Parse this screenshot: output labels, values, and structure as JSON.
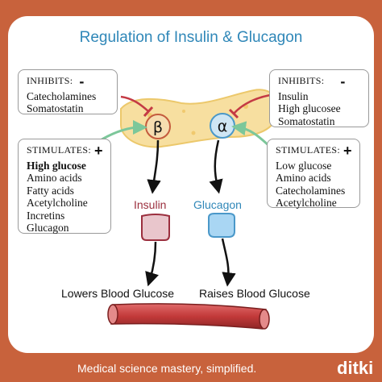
{
  "title": "Regulation of Insulin & Glucagon",
  "beta_inhibits": {
    "header": "Inhibits:",
    "sign": "-",
    "items": [
      "Catecholamines",
      "Somatostatin"
    ]
  },
  "alpha_inhibits": {
    "header": "Inhibits:",
    "sign": "-",
    "items": [
      "Insulin",
      "High glucosee",
      "Somatostatin"
    ]
  },
  "beta_stimulates": {
    "header": "Stimulates:",
    "sign": "+",
    "items": [
      "High glucose",
      "Amino acids",
      "Fatty acids",
      "Acetylcholine",
      "Incretins",
      "Glucagon"
    ]
  },
  "alpha_stimulates": {
    "header": "Stimulates:",
    "sign": "+",
    "items": [
      "Low glucose",
      "Amino acids",
      "Catecholamines",
      "Acetylcholine"
    ]
  },
  "cells": {
    "beta": "β",
    "alpha": "α"
  },
  "hormones": {
    "insulin": "Insulin",
    "glucagon": "Glucagon"
  },
  "effects": {
    "lowers": "Lowers Blood Glucose",
    "raises": "Raises Blood Glucose"
  },
  "footer": {
    "tagline": "Medical science mastery, simplified.",
    "brand": "ditki"
  },
  "colors": {
    "background": "#c8623c",
    "title": "#2f87b8",
    "insulin": "#9b2f3e",
    "glucagon": "#2f87b8",
    "inhibit_arrow": "#c43a44",
    "stimulate_arrow": "#7cc79a",
    "pancreas": "#f7dfa0"
  }
}
